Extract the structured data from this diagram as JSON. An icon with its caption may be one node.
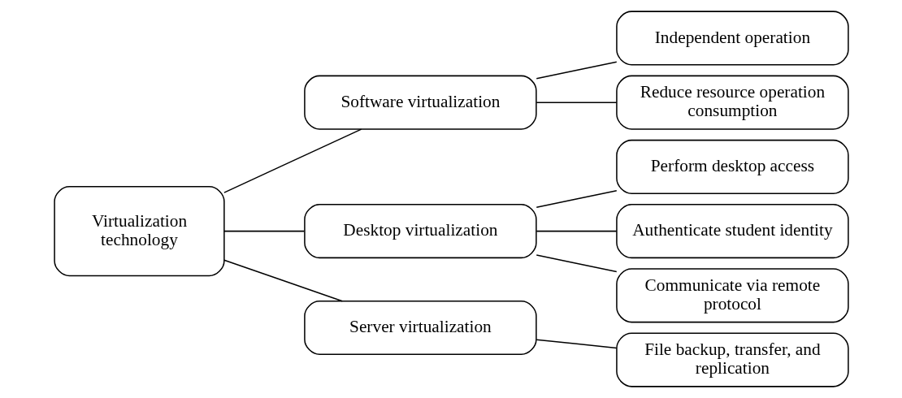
{
  "diagram": {
    "nodes": [
      {
        "text": [
          "Virtualization technology"
        ]
      },
      {
        "text": [
          "Software virtualization"
        ]
      },
      {
        "text": [
          "Desktop virtualization"
        ]
      },
      {
        "text": [
          "Server virtualization"
        ]
      },
      {
        "text": [
          "Independent operation"
        ]
      },
      {
        "text": [
          "Reduce resource operation consumption"
        ]
      },
      {
        "text": [
          "Perform desktop access"
        ]
      },
      {
        "text": [
          "Authenticate student identity"
        ]
      },
      {
        "text": [
          "Communicate via remote protocol"
        ]
      },
      {
        "text": [
          "File backup, transfer, and replication"
        ]
      }
    ],
    "edges": [
      {
        "from": 0,
        "to": 1,
        "arrow": "none"
      },
      {
        "from": 0,
        "to": 2,
        "arrow": "none"
      },
      {
        "from": 0,
        "to": 3,
        "arrow": "none"
      },
      {
        "from": 1,
        "to": 4,
        "arrow": "none"
      },
      {
        "from": 1,
        "to": 5,
        "arrow": "none"
      },
      {
        "from": 2,
        "to": 6,
        "arrow": "none"
      },
      {
        "from": 2,
        "to": 7,
        "arrow": "none"
      },
      {
        "from": 2,
        "to": 8,
        "arrow": "none"
      },
      {
        "from": 3,
        "to": 9,
        "arrow": "none"
      }
    ]
  }
}
